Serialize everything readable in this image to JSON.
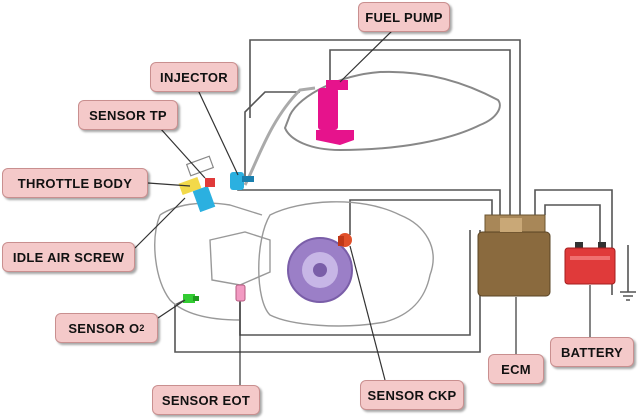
{
  "labels": {
    "fuel_pump": "FUEL PUMP",
    "injector": "INJECTOR",
    "sensor_tp": "SENSOR TP",
    "throttle_body": "THROTTLE BODY",
    "idle_air_screw": "IDLE AIR SCREW",
    "sensor_o2": "SENSOR O",
    "sensor_o2_subscript": "2",
    "sensor_eot": "SENSOR EOT",
    "sensor_ckp": "SENSOR CKP",
    "ecm": "ECM",
    "battery": "BATTERY"
  },
  "colors": {
    "label_fill": "#f4c9c9",
    "fuel_pump": "#e6138c",
    "injector": "#2bb0e0",
    "ecm": "#8a6a3e",
    "battery": "#e03a3a",
    "flywheel": "#9b7fc7",
    "o2_sensor": "#33cc33",
    "ckp_sensor": "#e0502a"
  }
}
